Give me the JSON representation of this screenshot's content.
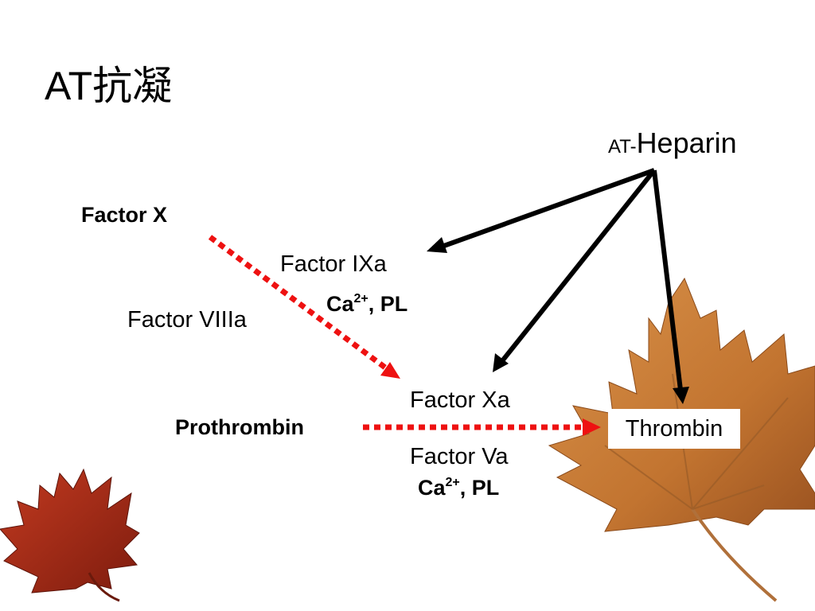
{
  "title": "AT抗凝",
  "inhibitor": {
    "prefix": "AT-",
    "name": "Heparin"
  },
  "nodes": {
    "factor_x": "Factor X",
    "factor_ixa": "Factor IXa",
    "ca_pl_upper": {
      "base": "Ca",
      "sup": "2+",
      "rest": ", PL"
    },
    "factor_viiia": "Factor VIIIa",
    "factor_xa": "Factor Xa",
    "prothrombin": "Prothrombin",
    "thrombin": "Thrombin",
    "factor_va": "Factor Va",
    "ca_pl_lower": {
      "base": "Ca",
      "sup": "2+",
      "rest": ", PL"
    }
  },
  "colors": {
    "activation_arrow": "#ee1111",
    "inhibition_arrow": "#000000",
    "leaf_orange": "#c87a32",
    "leaf_red": "#a82a16"
  }
}
